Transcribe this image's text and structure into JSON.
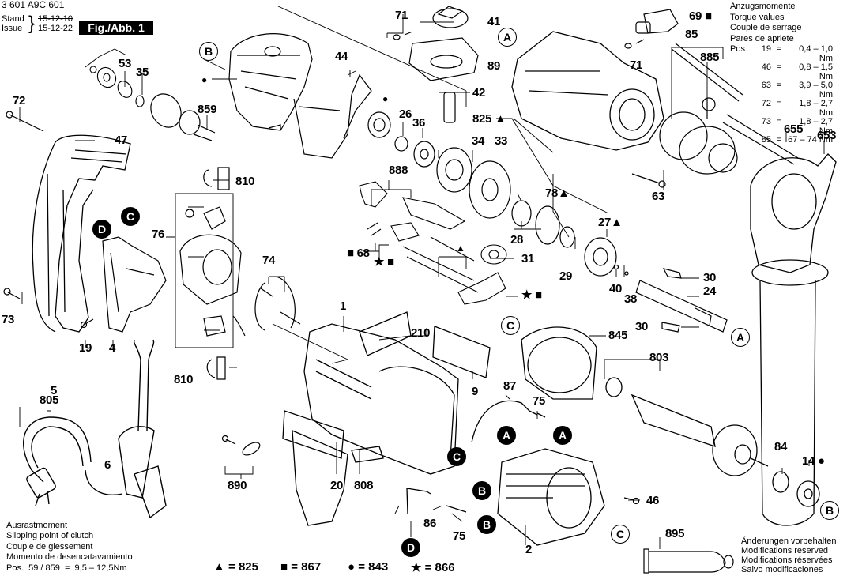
{
  "header": {
    "doc_number": "3 601 A9C 601",
    "stand_label": "Stand",
    "issue_label": "Issue",
    "old_date": "15-12-10",
    "new_date": "15-12-22",
    "figure_label": "Fig./Abb. 1"
  },
  "torque_values": {
    "titles": [
      "Anzugsmomente",
      "Torque values",
      "Couple de serrage",
      "Pares de apriete"
    ],
    "pos_label": "Pos",
    "rows": [
      {
        "pos": "19",
        "eq": "=",
        "value": "0,4 – 1,0 Nm"
      },
      {
        "pos": "46",
        "eq": "=",
        "value": "0,8 – 1,5 Nm"
      },
      {
        "pos": "63",
        "eq": "=",
        "value": "3,9 – 5,0 Nm"
      },
      {
        "pos": "72",
        "eq": "=",
        "value": "1,8 – 2,7 Nm"
      },
      {
        "pos": "73",
        "eq": "=",
        "value": "1,8 – 2,7 Nm"
      },
      {
        "pos": "85",
        "eq": "=",
        "value": "67 – 74 Nm"
      }
    ]
  },
  "clutch_note": {
    "lines": [
      "Ausrastmoment",
      "Slipping point of clutch",
      "Couple de glessement",
      "Momento de desencatavamiento"
    ],
    "value_line": "Pos.  59 / 859  =  9,5 – 12,5Nm"
  },
  "symbol_legend": [
    {
      "symbol": "▲",
      "name": "triangle",
      "text": "▲ = 825"
    },
    {
      "symbol": "■",
      "name": "square",
      "text": "■ = 867"
    },
    {
      "symbol": "●",
      "name": "circle",
      "text": "● = 843"
    },
    {
      "symbol": "★",
      "name": "star",
      "text": "★ = 866"
    }
  ],
  "modifications_note": [
    "Änderungen vorbehalten",
    "Modifications reserved",
    "Modifications réservées",
    "Salvo modificaciones"
  ],
  "part_labels": {
    "p71a": "71",
    "p41": "41",
    "p69": "69 ■",
    "p85": "85",
    "p885": "885",
    "p53": "53",
    "p35": "35",
    "p89": "89",
    "p71b": "71",
    "p42": "42",
    "p44": "44",
    "p72": "72",
    "p859": "859",
    "p26": "26",
    "p36": "36",
    "p825": "825 ▲",
    "p47": "47",
    "p34": "34",
    "p33": "33",
    "p655": "655",
    "p653": "653",
    "p810a": "810",
    "p888": "888",
    "p63": "63",
    "p78": "78▲",
    "p27": "27▲",
    "p76": "76",
    "p68": "■ 68",
    "p74": "74",
    "p28": "28",
    "p31": "31",
    "p29": "29",
    "p30a": "30",
    "p24": "24",
    "p40": "40",
    "p38": "38",
    "p73": "73",
    "p30b": "30",
    "p1": "1",
    "p210": "210",
    "p845": "845",
    "p19": "19",
    "p4": "4",
    "p803": "803",
    "p810b": "810",
    "p9": "9",
    "p87": "87",
    "p5": "5",
    "p805": "805",
    "p75a": "75",
    "p84": "84",
    "p14": "14 ●",
    "p6": "6",
    "p890": "890",
    "p20": "20",
    "p808": "808",
    "p46": "46",
    "p86": "86",
    "p75b": "75",
    "p2": "2",
    "p895": "895",
    "p_star_sq1": "★ ■",
    "p_star_sq2": "★ ■",
    "p_tri": "▲",
    "p_dot44": "●",
    "p_dot26": "●"
  },
  "connectors": {
    "A": "A",
    "B": "B",
    "C": "C",
    "D": "D"
  }
}
